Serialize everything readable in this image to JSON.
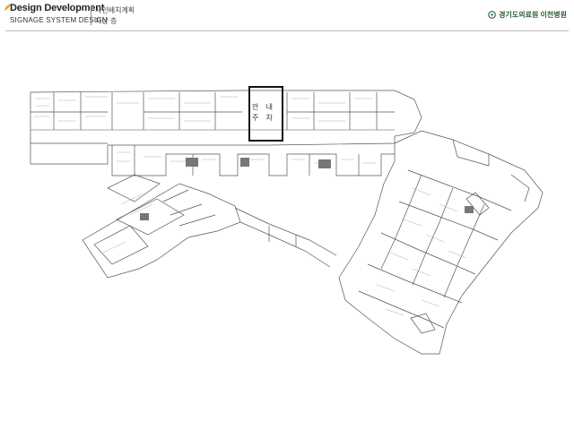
{
  "header": {
    "brand_title": "Design Development",
    "brand_subtitle": "SIGNAGE SYSTEM DESIGN",
    "project_title": "사인배치계획",
    "floor_label": "지상 층",
    "client_name": "경기도의료원 이천병원"
  },
  "plan": {
    "callout_label_line1": "안 내",
    "callout_label_line2": "주 차"
  },
  "colors": {
    "brand_accent": "#e8a21c",
    "client_green": "#2c5f3a",
    "line": "#555555"
  },
  "icons": [
    "leaf-logo-icon",
    "hospital-logo-icon"
  ]
}
